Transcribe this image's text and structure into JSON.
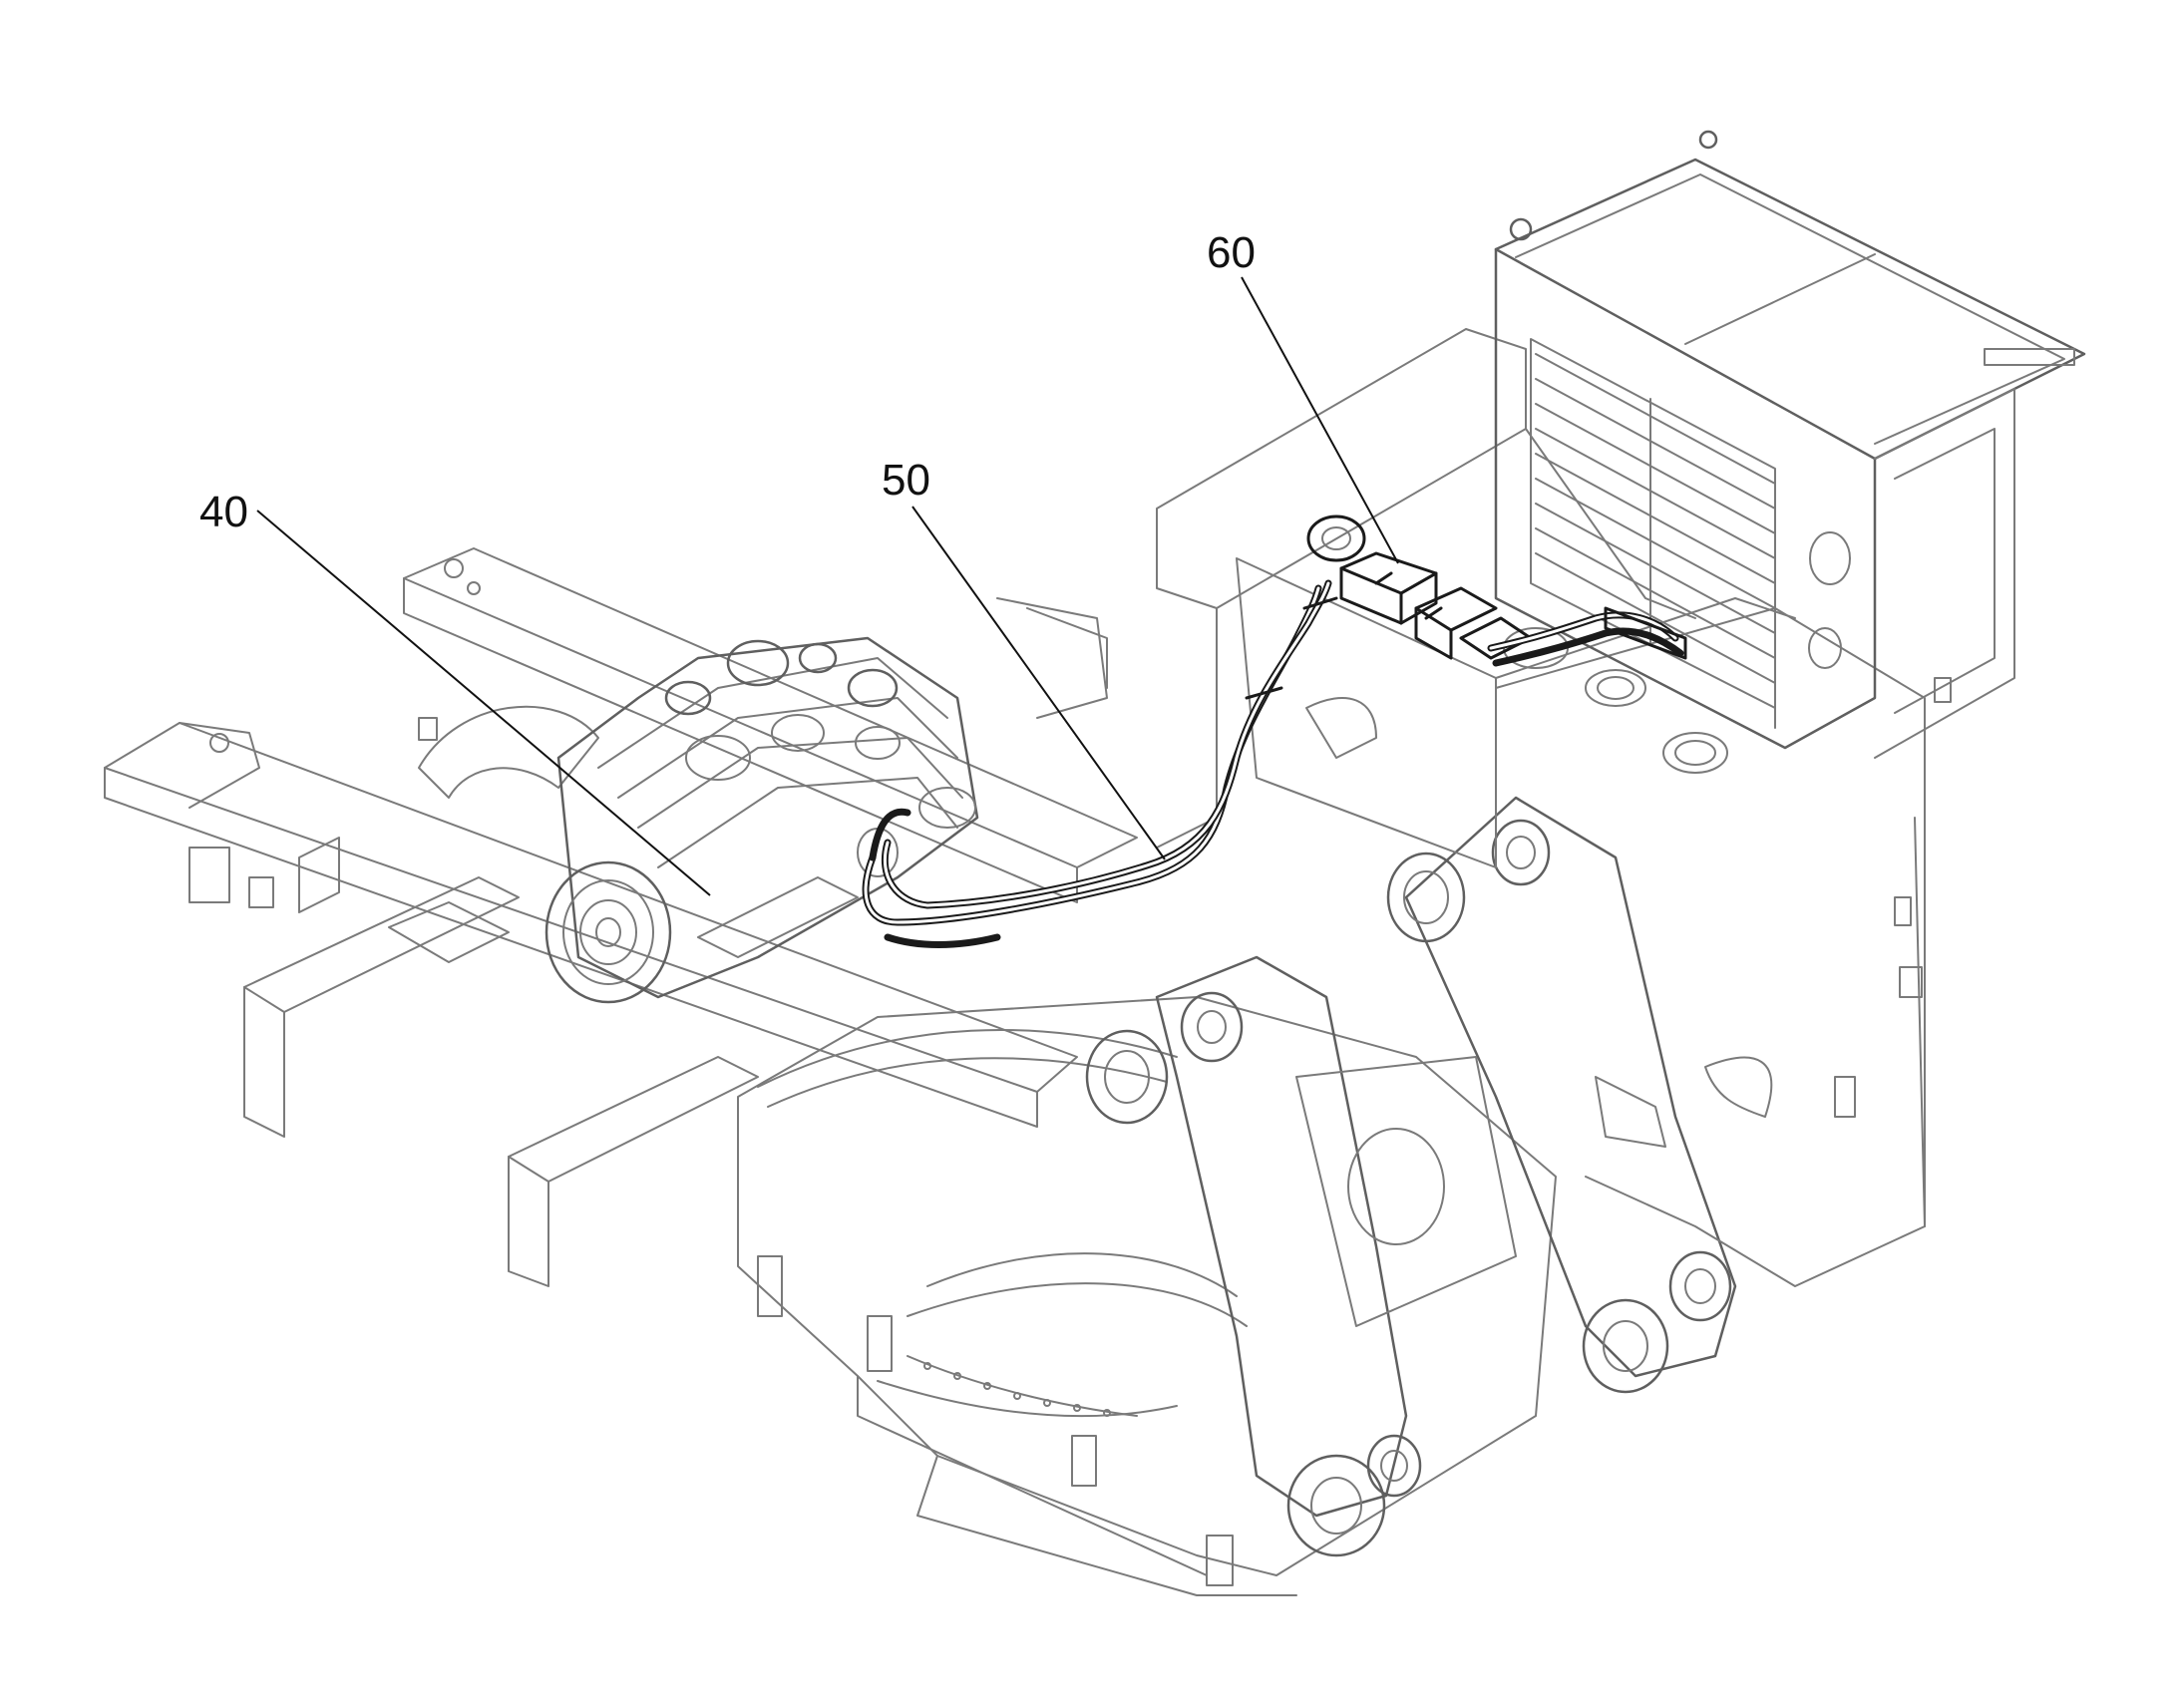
{
  "figure": {
    "reference_labels": [
      {
        "id": "engine",
        "text": "40"
      },
      {
        "id": "hose",
        "text": "50"
      },
      {
        "id": "connector",
        "text": "60"
      }
    ]
  }
}
